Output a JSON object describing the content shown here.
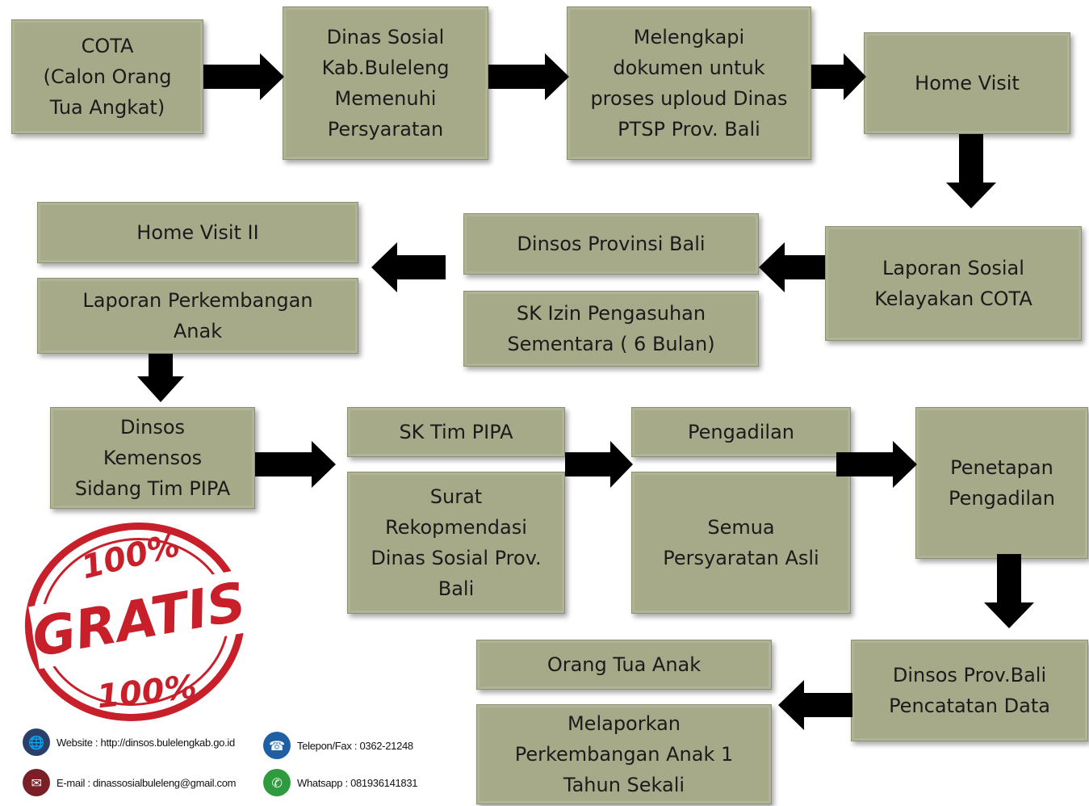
{
  "boxes": {
    "cota": "COTA\n(Calon Orang\nTua Angkat)",
    "dinsos_buleleng": "Dinas Sosial\nKab.Buleleng\nMemenuhi\nPersyaratan",
    "melengkapi": "Melengkapi\ndokumen untuk\nproses uploud Dinas\nPTSP Prov. Bali",
    "home_visit": "Home Visit",
    "laporan_sosial": "Laporan Sosial\nKelayakan COTA",
    "dinsos_provinsi": "Dinsos Provinsi Bali",
    "sk_izin": "SK Izin Pengasuhan\nSementara ( 6 Bulan)",
    "home_visit_2": "Home Visit II",
    "laporan_perkembangan": "Laporan Perkembangan\nAnak",
    "dinsos_kemensos": "Dinsos\nKemensos\nSidang Tim PIPA",
    "sk_tim": "SK Tim PIPA",
    "surat_rekomendasi": "Surat\nRekopmendasi\nDinas Sosial Prov.\nBali",
    "pengadilan": "Pengadilan",
    "semua_persyaratan": "Semua\nPersyaratan Asli",
    "penetapan": "Penetapan\nPengadilan",
    "dinsos_prov_bali": "Dinsos Prov.Bali\nPencatatan Data",
    "orang_tua": "Orang Tua Anak",
    "melaporkan": "Melaporkan\nPerkembangan Anak 1\nTahun Sekali"
  },
  "stamp": {
    "top": "100%",
    "main": "GRATIS",
    "bottom": "100%",
    "color": "#c8202a"
  },
  "contacts": {
    "website": "Website : http://dinsos.bulelengkab.go.id",
    "email": "E-mail : dinassosialbuleleng@gmail.com",
    "phone": "Telepon/Fax : 0362-21248",
    "whatsapp": "Whatsapp : 081936141831"
  },
  "colors": {
    "box_fill": "#a6aa88",
    "arrow": "#000000"
  }
}
